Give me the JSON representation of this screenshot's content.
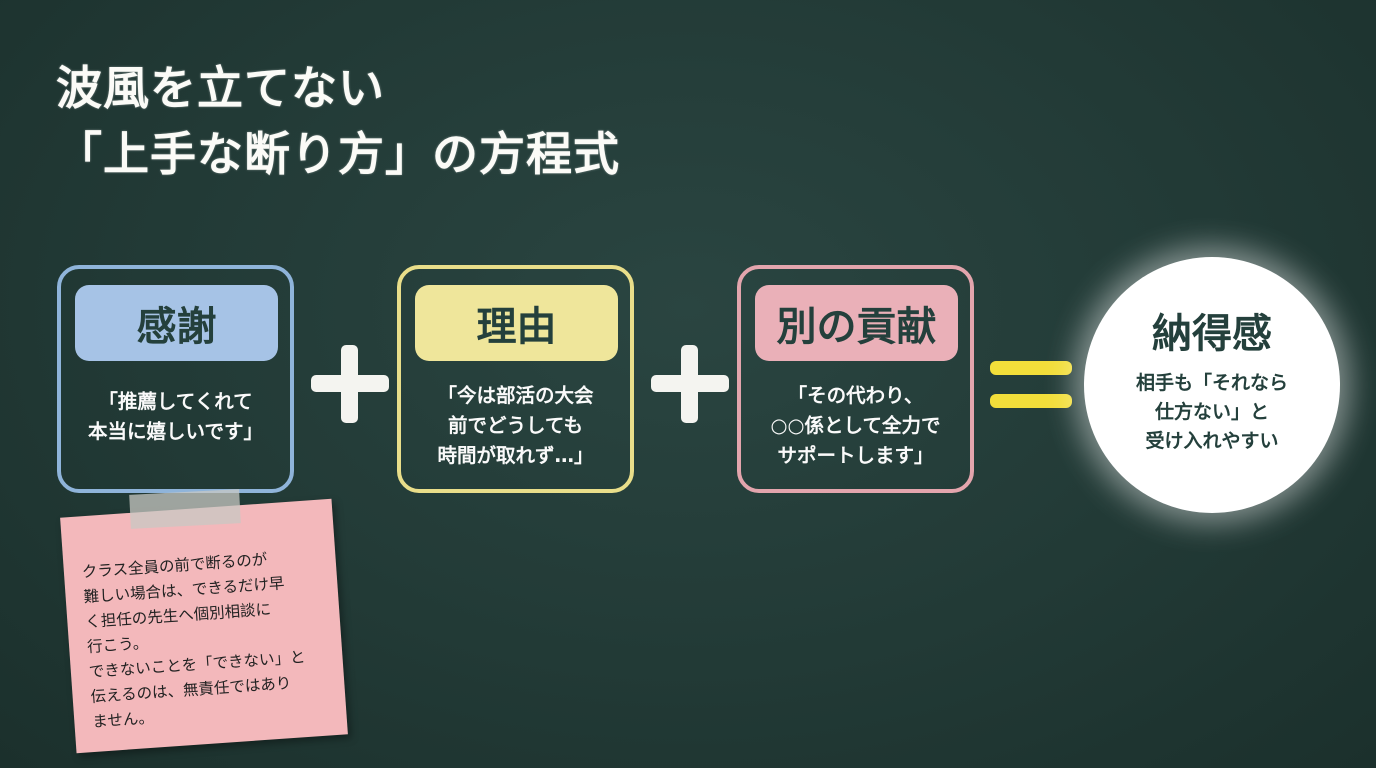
{
  "title": {
    "line1": "波風を立てない",
    "line2": "「上手な断り方」の方程式"
  },
  "terms": [
    {
      "label": "感謝",
      "body": "「推薦してくれて\n本当に嬉しいです」",
      "color": "#a6c3e6"
    },
    {
      "label": "理由",
      "body": "「今は部活の大会\n前でどうしても\n時間が取れず…」",
      "color": "#efe69b"
    },
    {
      "label": "別の貢献",
      "body": "「その代わり、\n○○係として全力で\nサポートします」",
      "color": "#eab0b8"
    }
  ],
  "operators": {
    "plus": "plus-icon",
    "equals": "equals-icon"
  },
  "result": {
    "label": "納得感",
    "body": "相手も「それなら\n仕方ない」と\n受け入れやすい"
  },
  "note": {
    "text": "クラス全員の前で断るのが\n難しい場合は、できるだけ早\nく担任の先生へ個別相談に\n行こう。\nできないことを「できない」と\n伝えるのは、無責任ではあり\nません。",
    "color": "#f3b8bb"
  }
}
